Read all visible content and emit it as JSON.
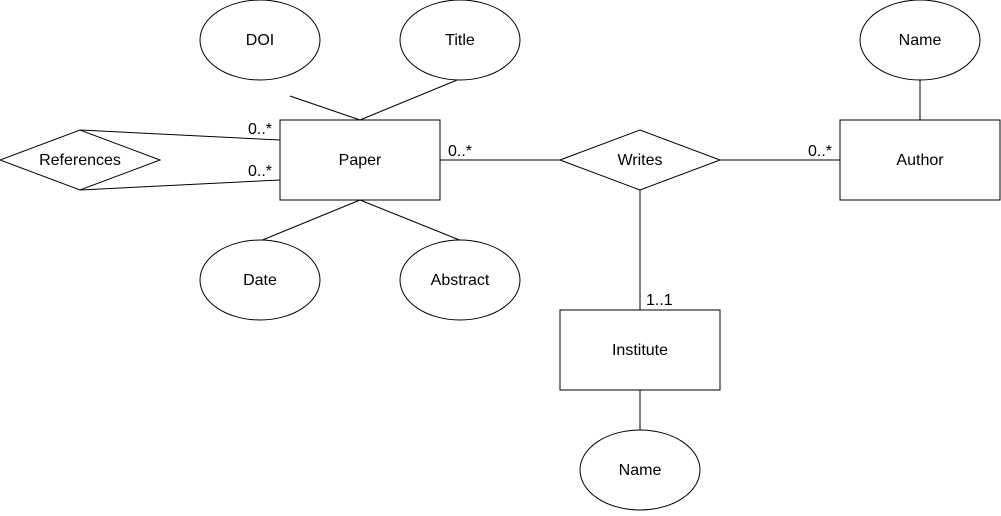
{
  "diagram": {
    "entities": {
      "paper": "Paper",
      "author": "Author",
      "institute": "Institute"
    },
    "relationships": {
      "references": "References",
      "writes": "Writes"
    },
    "attributes": {
      "doi": "DOI",
      "title": "Title",
      "date": "Date",
      "abstract": "Abstract",
      "author_name": "Name",
      "institute_name": "Name"
    },
    "cardinalities": {
      "references_top": "0..*",
      "references_bottom": "0..*",
      "paper_writes": "0..*",
      "author_writes": "0..*",
      "institute_writes": "1..1"
    }
  }
}
